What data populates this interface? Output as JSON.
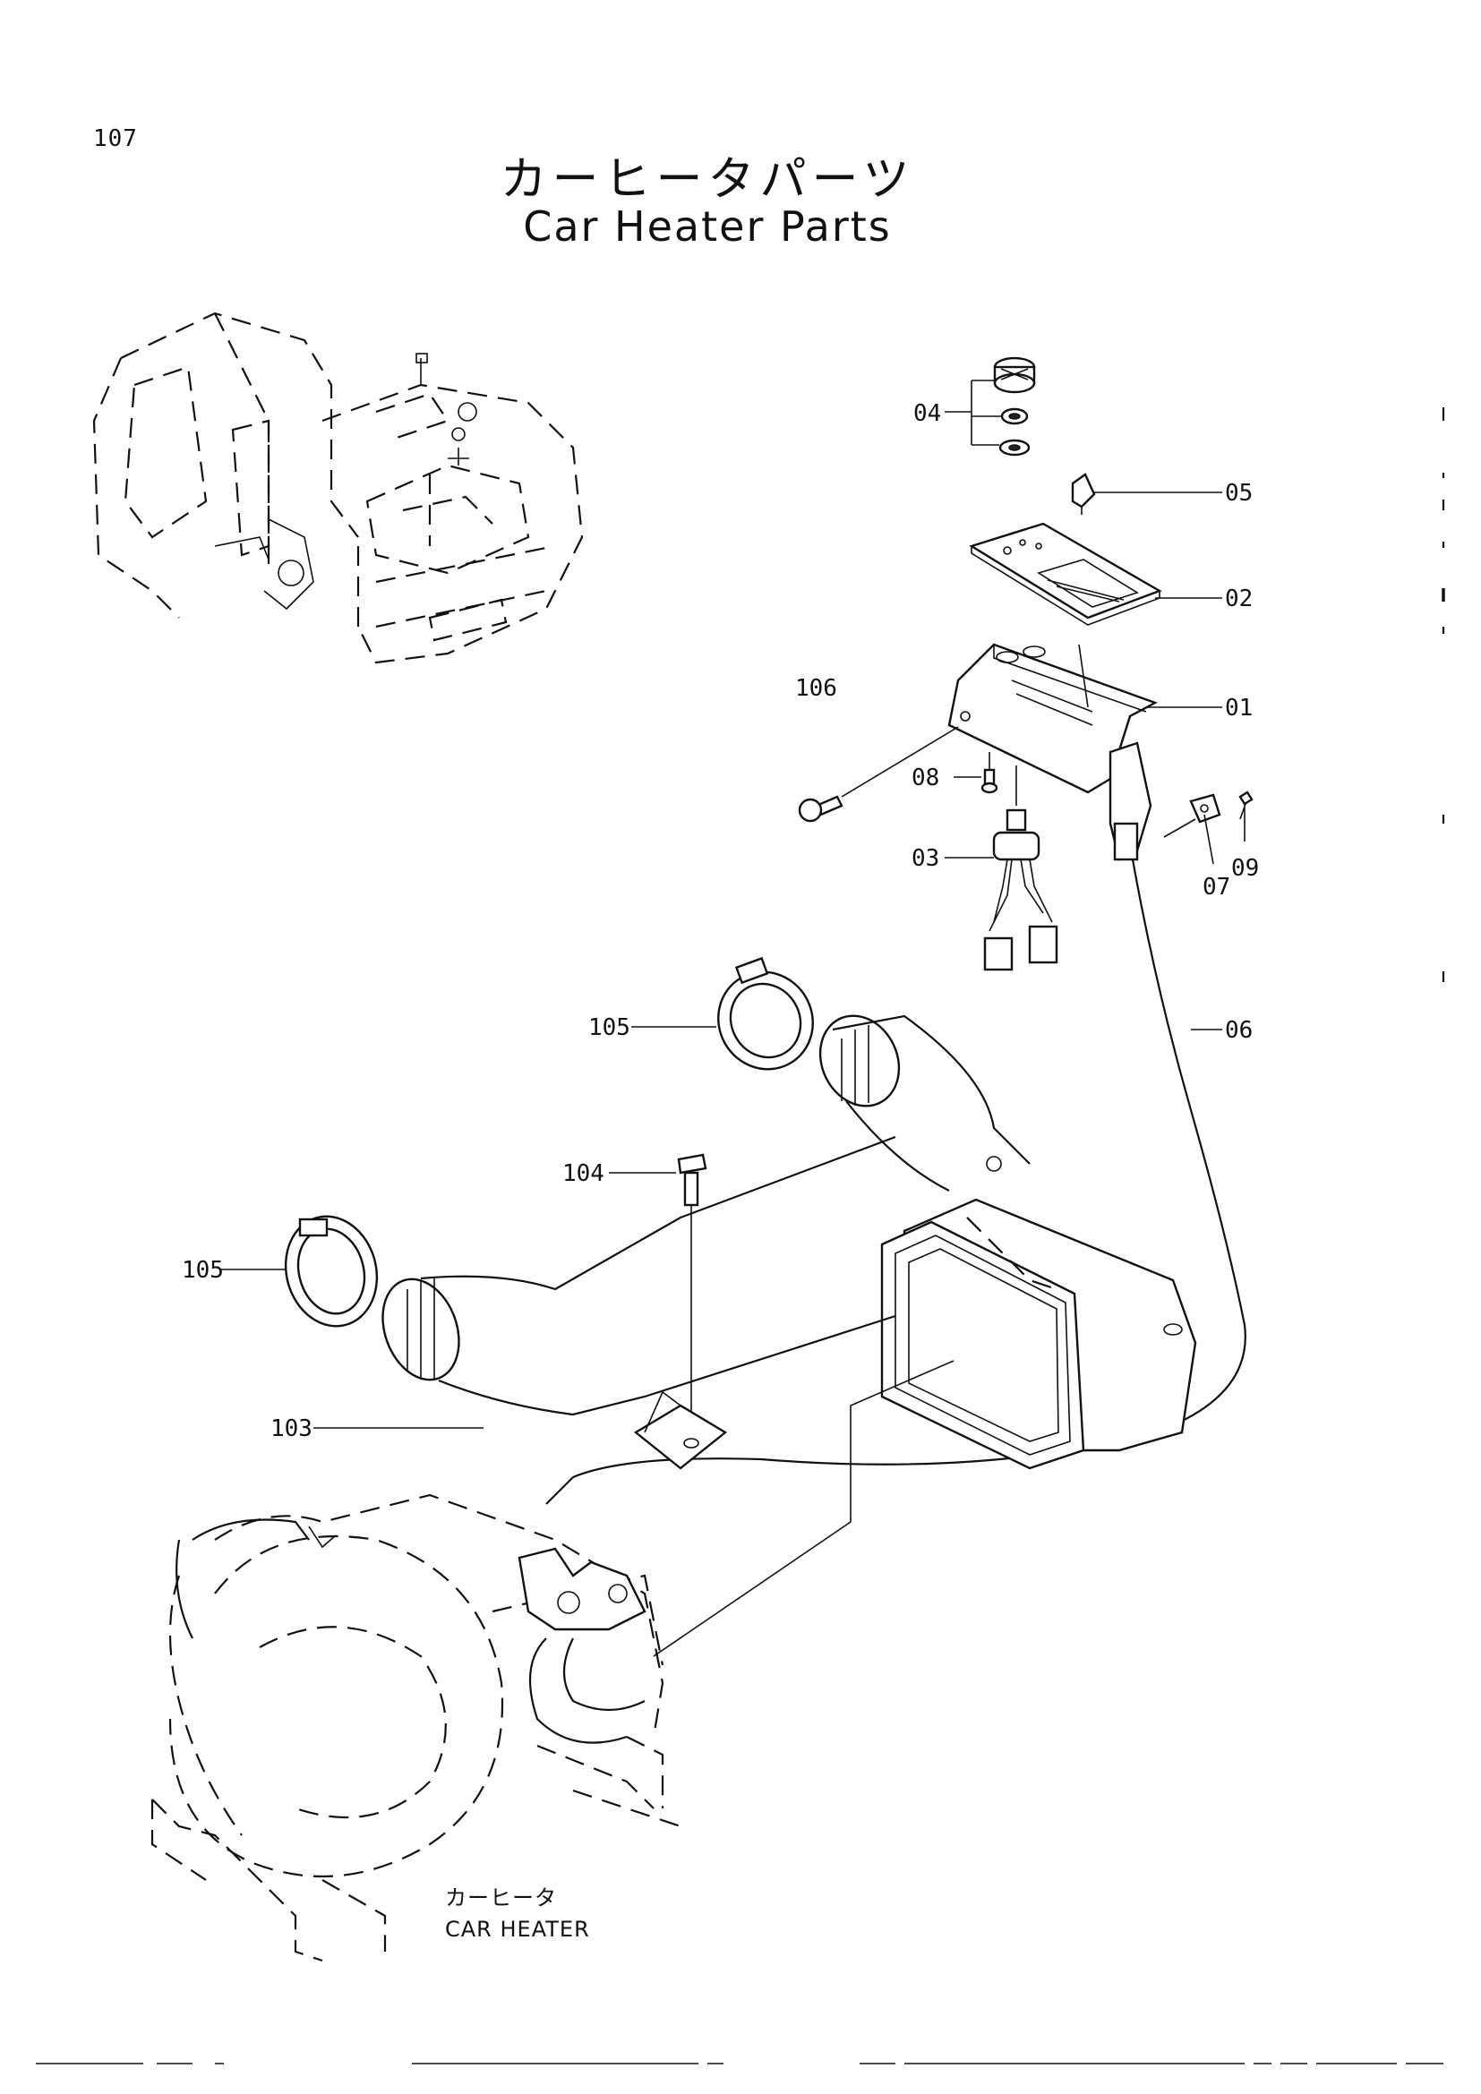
{
  "page_number": "107",
  "title_jp": "カーヒータパーツ",
  "title_en": "Car Heater Parts",
  "caption_jp": "カーヒータ",
  "caption_en": "CAR HEATER",
  "callouts": {
    "c01": "01",
    "c02": "02",
    "c03": "03",
    "c04": "04",
    "c05": "05",
    "c06": "06",
    "c07": "07",
    "c08": "08",
    "c09": "09",
    "c103": "103",
    "c104": "104",
    "c105a": "105",
    "c105b": "105",
    "c106": "106"
  }
}
